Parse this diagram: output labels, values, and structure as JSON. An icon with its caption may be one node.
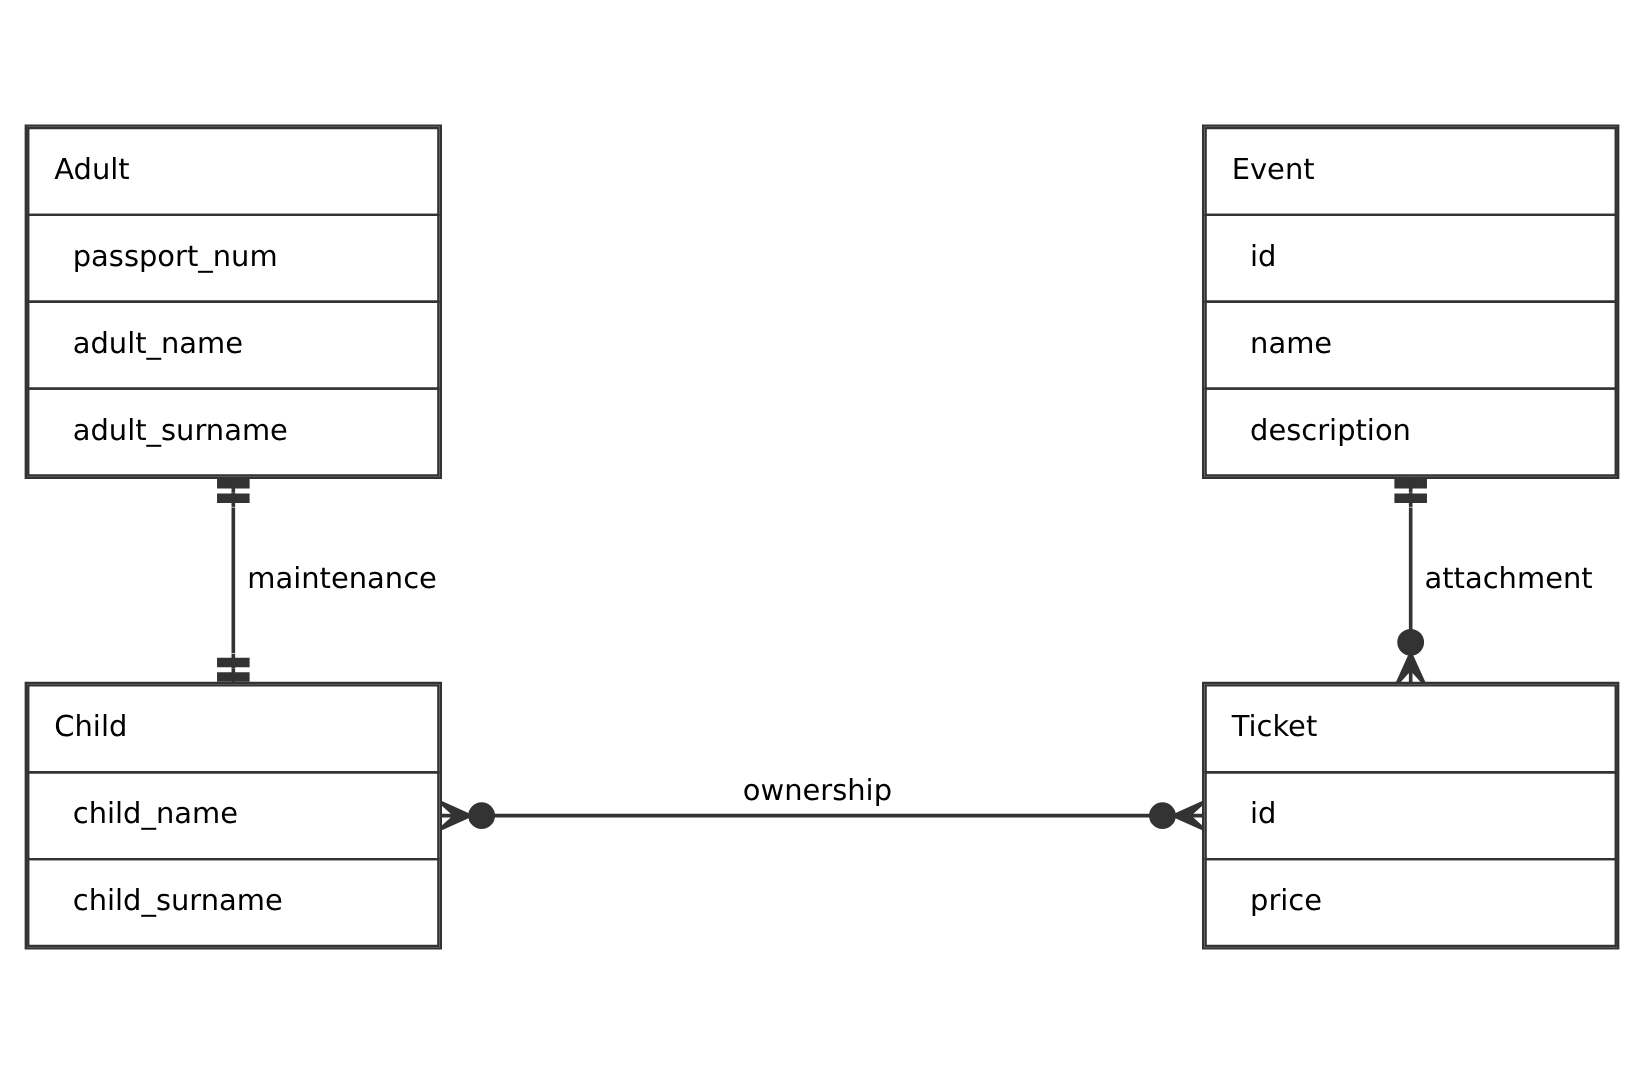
{
  "diagram": {
    "nodes": [
      {
        "text": [
          "Adult",
          "passport_num",
          "adult_name",
          "adult_surname"
        ]
      },
      {
        "text": [
          "Event",
          "id",
          "name",
          "description"
        ]
      },
      {
        "text": [
          "Child",
          "child_name",
          "child_surname"
        ]
      },
      {
        "text": [
          "Ticket",
          "id",
          "price"
        ]
      }
    ],
    "edges": [
      {
        "from": 0,
        "to": 2,
        "arrow": "other",
        "label": "maintenance"
      },
      {
        "from": 1,
        "to": 3,
        "arrow": "other",
        "label": "attachment"
      },
      {
        "from": 2,
        "to": 3,
        "arrow": "other",
        "label": "ownership"
      }
    ]
  }
}
